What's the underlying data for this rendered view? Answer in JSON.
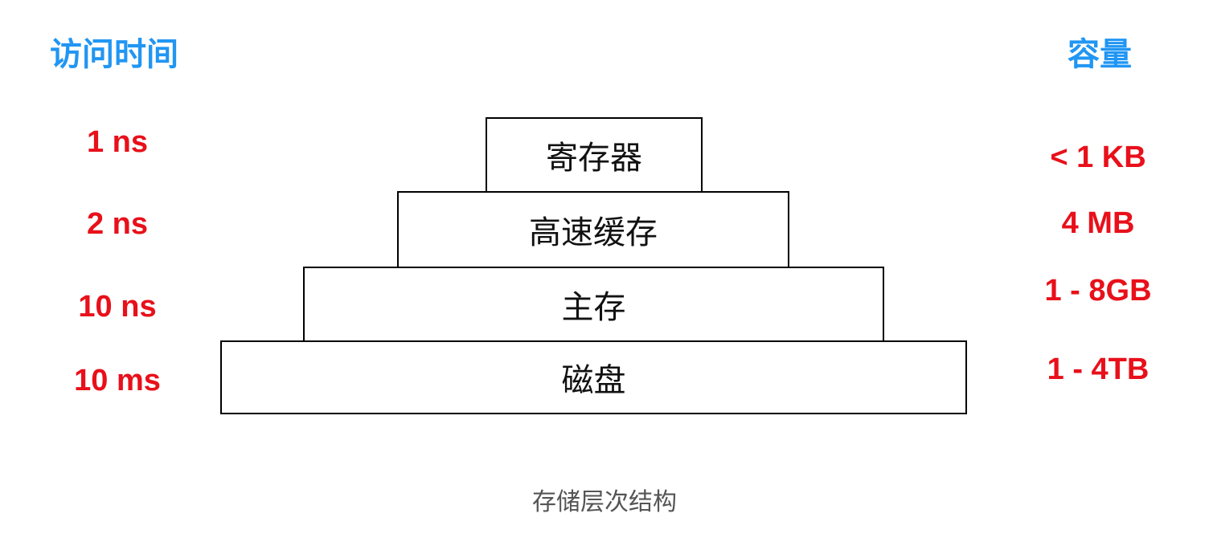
{
  "headers": {
    "access_time": "访问时间",
    "capacity": "容量"
  },
  "levels": [
    {
      "name": "寄存器",
      "access_time": "1 ns",
      "capacity": "< 1 KB"
    },
    {
      "name": "高速缓存",
      "access_time": "2 ns",
      "capacity": "4 MB"
    },
    {
      "name": "主存",
      "access_time": "10 ns",
      "capacity": "1 - 8GB"
    },
    {
      "name": "磁盘",
      "access_time": "10 ms",
      "capacity": "1 - 4TB"
    }
  ],
  "caption": "存储层次结构",
  "colors": {
    "header": "#2196f3",
    "metric": "#e8101a",
    "box_border": "#000000",
    "caption": "#555555"
  }
}
